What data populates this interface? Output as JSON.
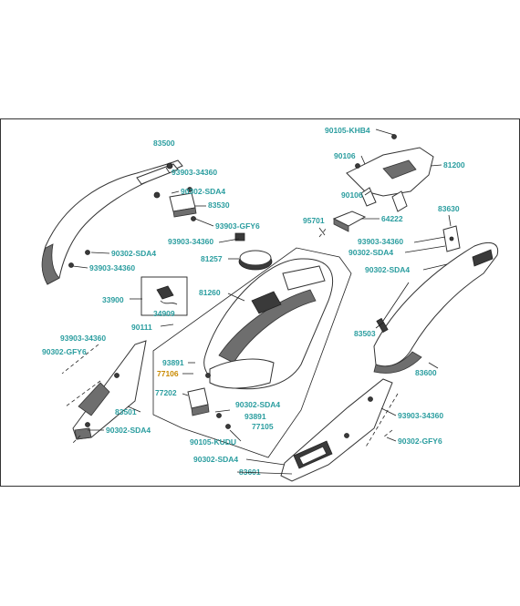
{
  "diagram": {
    "colors": {
      "label": "#2a9d9f",
      "highlight": "#c98a00",
      "line": "#222222"
    },
    "labels": {
      "p83500": "83500",
      "p93903_top": "93903-34360",
      "p90302_sda4_top": "90302-SDA4",
      "p83530": "83530",
      "p93903_gfy6": "93903-GFY6",
      "p93903_mid": "93903-34360",
      "p81257": "81257",
      "p90302_sda4_left": "90302-SDA4",
      "p93903_left": "93903-34360",
      "p33900": "33900",
      "p34909": "34909",
      "p90111": "90111",
      "p93903_low": "93903-34360",
      "p90302_gfy6_left": "90302-GFY6",
      "p81260": "81260",
      "p93891_a": "93891",
      "p77106": "77106",
      "p77202": "77202",
      "p83501": "83501",
      "p90302_sda4_bottom": "90302-SDA4",
      "p90302_sda4_center": "90302-SDA4",
      "p93891_b": "93891",
      "p77105": "77105",
      "p90105_kudu": "90105-KUDU",
      "p90302_sda4_base": "90302-SDA4",
      "p83601": "83601",
      "p90105_khb4": "90105-KHB4",
      "p90106_a": "90106",
      "p81200": "81200",
      "p90106_b": "90106",
      "p95701": "95701",
      "p64222": "64222",
      "p83630": "83630",
      "p93903_right": "93903-34360",
      "p90302_sda4_right_a": "90302-SDA4",
      "p90302_sda4_right_b": "90302-SDA4",
      "p83503": "83503",
      "p83600": "83600",
      "p93903_right_low": "93903-34360",
      "p90302_gfy6_right": "90302-GFY6"
    }
  }
}
